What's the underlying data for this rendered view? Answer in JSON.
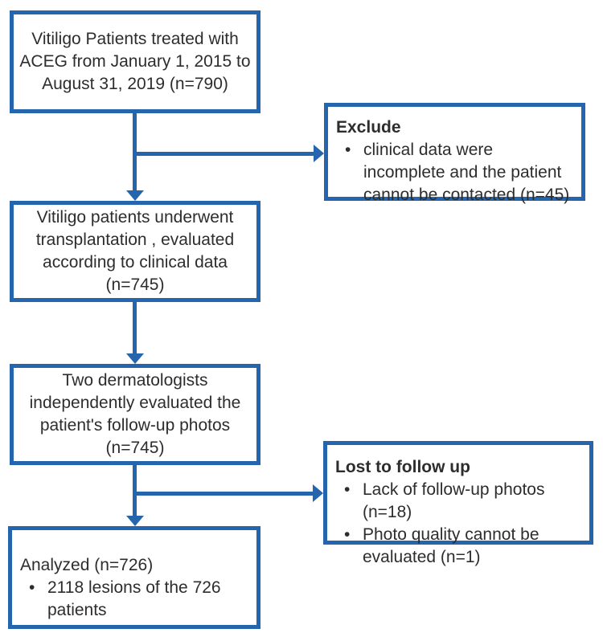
{
  "bullet_char": "•",
  "colors": {
    "line_blue": "#2565ae",
    "text": "#2d2d2d",
    "box_background": "#ffffff"
  },
  "boxes": {
    "treated": {
      "lines": [
        "Vitiligo Patients treated with",
        "ACEG from January 1, 2015 to",
        "August 31, 2019 (n=790)"
      ]
    },
    "exclude": {
      "title": "Exclude",
      "bullets": [
        "clinical data were incomplete and the patient cannot be contacted (n=45)"
      ]
    },
    "transplant": {
      "lines": [
        "Vitiligo patients underwent",
        "transplantation , evaluated",
        "according to clinical data",
        "(n=745)"
      ]
    },
    "dermatologists": {
      "lines": [
        "Two dermatologists",
        "independently evaluated the",
        "patient's follow-up photos",
        "(n=745)"
      ]
    },
    "lost": {
      "title": "Lost to follow up",
      "bullets": [
        "Lack of follow-up photos (n=18)",
        "Photo quality cannot be evaluated (n=1)"
      ]
    },
    "analyzed": {
      "title": "Analyzed (n=726)",
      "bullets": [
        "2118 lesions of the 726 patients"
      ]
    }
  }
}
